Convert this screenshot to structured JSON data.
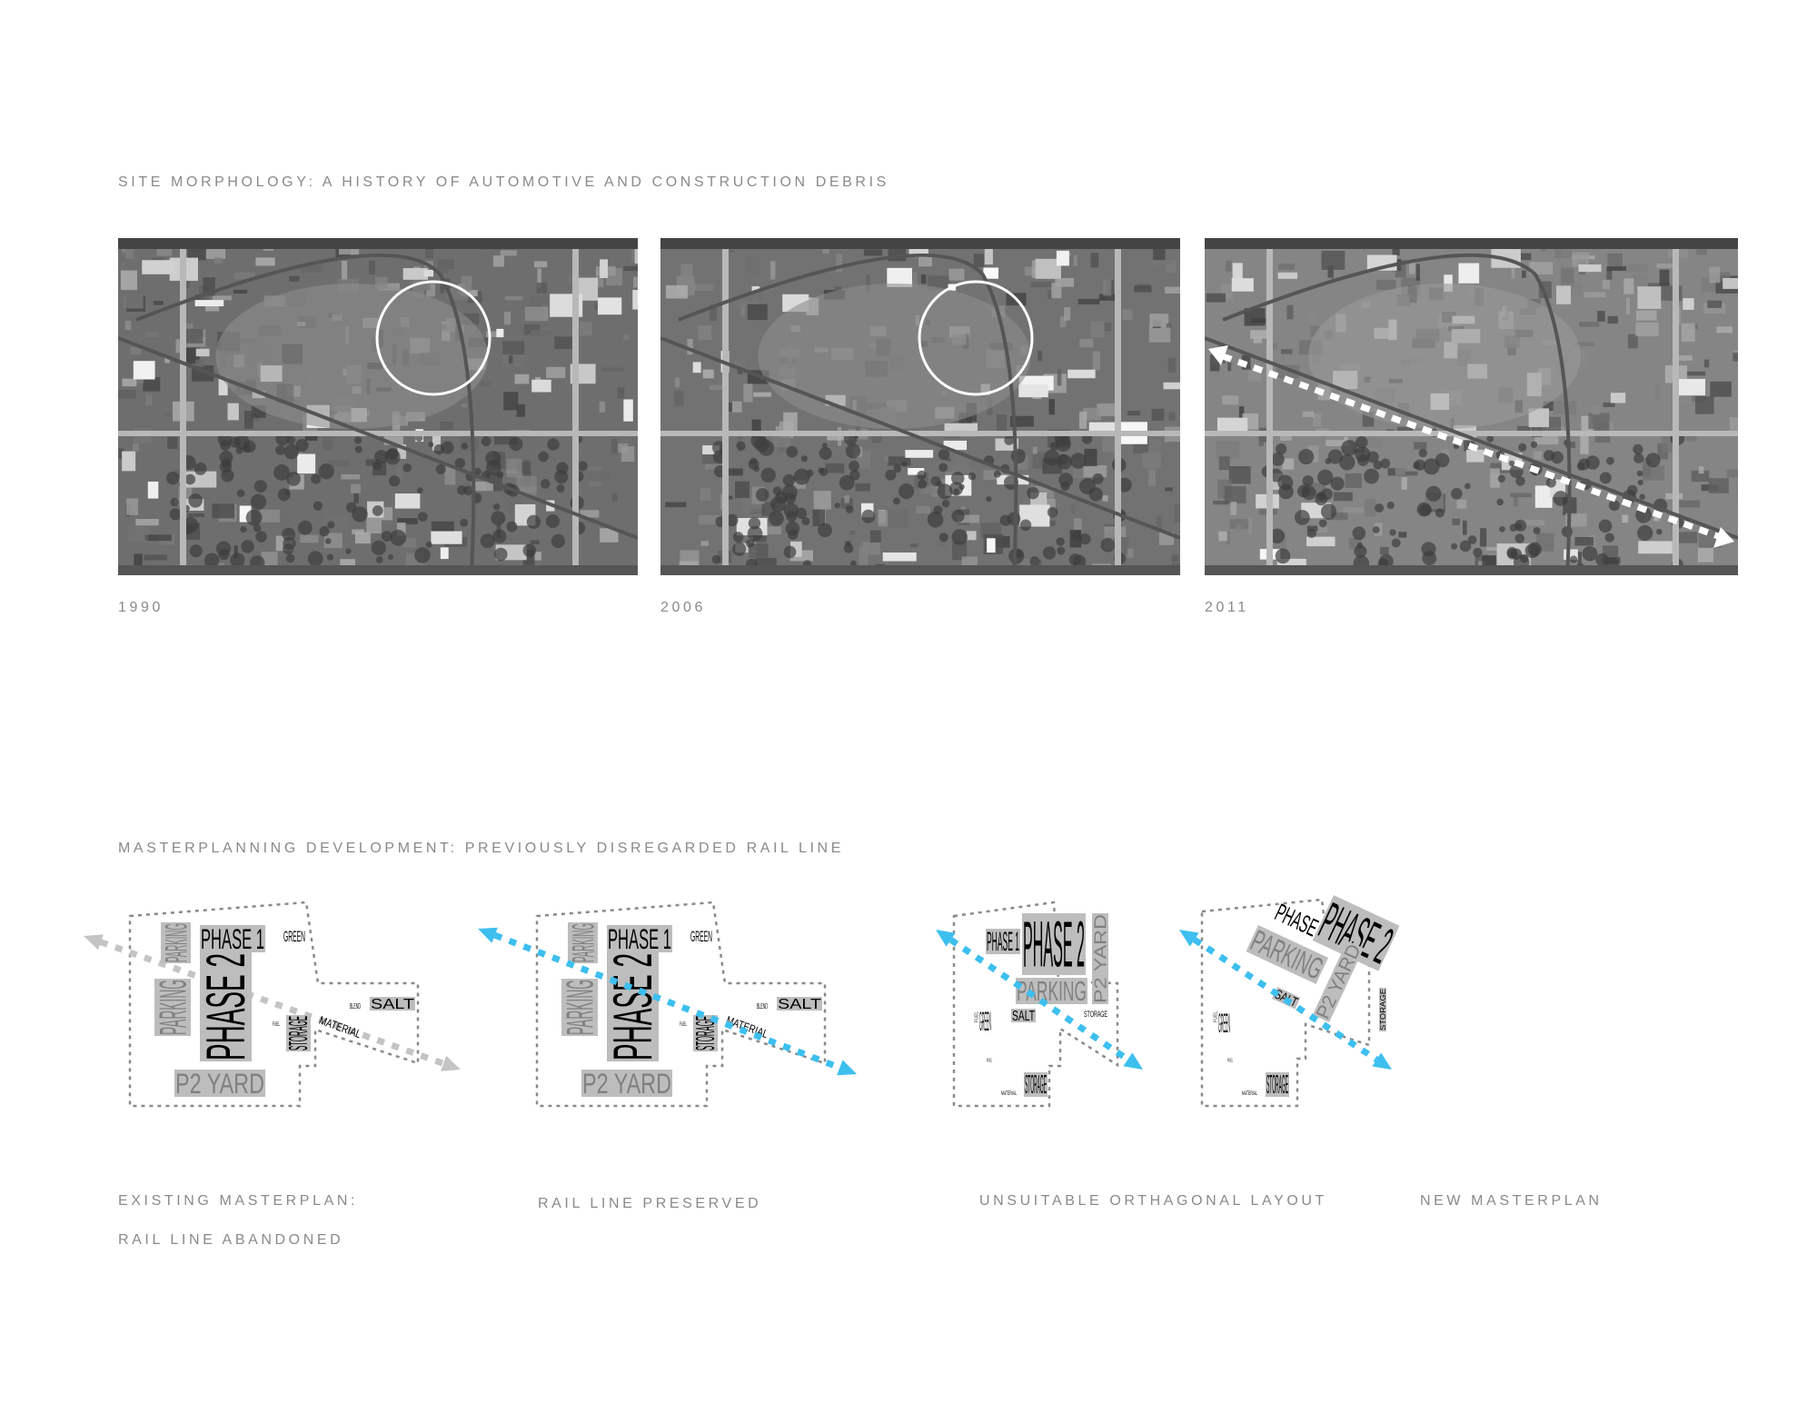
{
  "section1": {
    "title": "SITE MORPHOLOGY: A HISTORY OF AUTOMOTIVE AND CONSTRUCTION DEBRIS",
    "photos": [
      {
        "year": "1990",
        "tone": "#6e6e6e",
        "overlay": "circle"
      },
      {
        "year": "2006",
        "tone": "#727272",
        "overlay": "circle"
      },
      {
        "year": "2011",
        "tone": "#858585",
        "overlay": "dashed-arrow"
      }
    ]
  },
  "section2": {
    "title": "MASTERPLANNING DEVELOPMENT: PREVIOUSLY DISREGARDED RAIL LINE",
    "diagrams": [
      {
        "caption": [
          "EXISTING  MASTERPLAN:",
          "RAIL LINE ABANDONED"
        ],
        "arrow_color": "#c4c4c4",
        "labels": [
          "PARKING",
          "PARKING",
          "PHASE 1",
          "PHASE 2",
          "GREEN",
          "SALT",
          "BLEND",
          "MATERIAL",
          "FUEL",
          "STORAGE",
          "P2 YARD"
        ]
      },
      {
        "caption": [
          "RAIL LINE PRESERVED"
        ],
        "arrow_color": "#3dbfef",
        "labels": [
          "PARKING",
          "PARKING",
          "PHASE 1",
          "PHASE 2",
          "GREEN",
          "SALT",
          "BLEND",
          "MATERIAL",
          "FUEL",
          "STORAGE",
          "P2 YARD"
        ]
      },
      {
        "caption": [
          "UNSUITABLE ORTHAGONAL LAYOUT"
        ],
        "arrow_color": "#3dbfef",
        "labels": [
          "PHASE 1",
          "PHASE 2",
          "P2 YARD",
          "PARKING",
          "SALT",
          "STORAGE",
          "GREEN",
          "FUEL",
          "FUEL",
          "MATERIAL",
          "STORAGE"
        ]
      },
      {
        "caption": [
          "NEW MASTERPLAN"
        ],
        "arrow_color": "#3dbfef",
        "labels": [
          "PHASE 1",
          "PHASE 2",
          "PARKING",
          "P2 YARD",
          "SALT",
          "STORAGE",
          "GREEN",
          "FUEL",
          "FUEL",
          "MATERIAL",
          "STORAGE"
        ]
      }
    ]
  },
  "colors": {
    "label_box": "#bdbdbd",
    "boundary": "#8a8a8a",
    "text": "#8a8a8a"
  }
}
